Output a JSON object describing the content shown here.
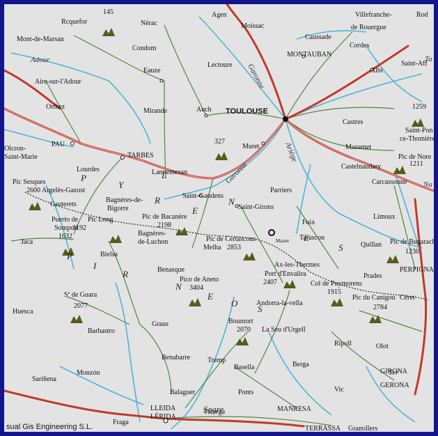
{
  "credit": "sual Gis Engineering S.L.",
  "cities": {
    "toulouse": "TOULOUSE",
    "montauban": "MONTAUBAN",
    "pau": "PAU",
    "tarbes": "TARBES",
    "lleida": "LLEIDA",
    "lerida": "LÉRIDA",
    "manresa": "MANRESA",
    "terrassa": "TERRASSA",
    "perpignan": "PERPIGNA",
    "girona": "GIRONA",
    "gerona": "GERONA",
    "agen": "Agen",
    "roquefort": "Rcquefor",
    "nerac": "Nérac",
    "moissac": "Moissac",
    "villefranche": "Villefranche-",
    "derouergue": "de Rouergue",
    "rodez": "Rod",
    "caussade": "Caussade",
    "cordes": "Cordes",
    "albi": "Albi",
    "saintaff": "Saint-Aff",
    "montdemarsan": "Mont-de-Marsan",
    "condom": "Condom",
    "lectoure": "Lectoure",
    "eauze": "Eauze",
    "aire": "Aire-sur-l'Adour",
    "orthez": "Orthez",
    "mirande": "Mirande",
    "auch": "Auch",
    "castres": "Castres",
    "saintpons": "Saint-Pon",
    "thomiere": "ce-Thomière",
    "mazamet": "Mazamet",
    "oloron": "Olcron-",
    "saintemarie": "Saint-Marie",
    "muret": "Muret",
    "picnore": "Pic de Nore",
    "castelnaudary": "Castelnaudary",
    "lannemezan": "Lannemezan",
    "lourdes": "Lourdes",
    "picsesques": "Pic Sesques",
    "argeles": "Argelès-Gazost",
    "cauterets": "Cauterets",
    "bagneres1": "Bagnères-de-",
    "bigorre": "Bigorre",
    "saintgaudens": "Saint-Gaudens",
    "carcassonne": "Carcassonne",
    "pamiers": "Parriers",
    "saintgirons": "Saint-Girons",
    "jaca": "Jaca",
    "puertosomport1": "Puerto de",
    "puertosomport2": "Somport",
    "piclong": "Pic Long",
    "picbacanere": "Pic de Bacanère",
    "bagneresluchon1": "Bagnères-",
    "bagneresluchon2": "de-Luchon",
    "foix": "Foix",
    "limoux": "Limoux",
    "picbugarach": "Pic de Bugarach",
    "quillan": "Quillan",
    "tarascon": "Tarascon",
    "bielsa": "Bielsa",
    "picertascous": "Pic de Certascous",
    "melha": "Melha",
    "axthermes": "Ax-les-Thermes",
    "portenvalira": "Port d'Envalira",
    "benasque": "Benasque",
    "prades": "Prades",
    "colpuymorens": "Col de Puymorens",
    "picoaneto": "Pico de Aneto",
    "picanigou": "Pic du Canigou",
    "ceret": "Céret",
    "andorra": "Andorra-la-vella",
    "huesca": "Huesca",
    "sguara": "Sª de Guara",
    "barbastro": "Barbastro",
    "graus": "Graus",
    "boumort": "Boumort",
    "seudurgell": "La Seu d'Urgell",
    "ripoll": "Ripoll",
    "olot": "Olot",
    "tremp": "Tremp",
    "benabarre": "Benabarre",
    "balaguer": "Balaguer",
    "basella": "Basella",
    "berga": "Berga",
    "monzon": "Monzón",
    "sarinena": "Sariñena",
    "ponts": "Ponts",
    "vic": "Vic",
    "fraga": "Fraga",
    "tarrega": "Tárrega",
    "granollers": "Granollers",
    "maiset": "Maiset"
  },
  "peaks": {
    "p145": "145",
    "p327": "327",
    "p1259": "1259",
    "p1211": "1211",
    "p2600": "2600",
    "p3192": "3192",
    "p1632": "1632",
    "p2198": "2198",
    "p2853": "2853",
    "p1230": "1230",
    "p2407": "2407",
    "p1915": "1915",
    "p3404": "3404",
    "p2784": "2784",
    "p2077": "2077",
    "p2070": "2070"
  },
  "rivers": {
    "adour": "Adour",
    "garonne1": "Garonne",
    "garonne2": "Garonne",
    "ariege": "Ariège",
    "segre": "Segre",
    "ter": "Ter",
    "ta": "Ta",
    "na": "Na"
  },
  "region_letters": {
    "p1": "P",
    "y": "Y",
    "r1": "R",
    "e1": "E",
    "n1": "N",
    "e2": "E",
    "s": "S",
    "p2": "P",
    "i": "I",
    "r2": "R",
    "n2": "N",
    "e3": "E",
    "o": "O",
    "s2": "S",
    "l": "L"
  },
  "colors": {
    "background": "#e3e3e3",
    "border": "#14148c",
    "highway": "#c0392b",
    "road": "#4a8a3c",
    "river": "#4fb3d6",
    "border_line": "#222222",
    "peak": "#5a5a1e"
  }
}
